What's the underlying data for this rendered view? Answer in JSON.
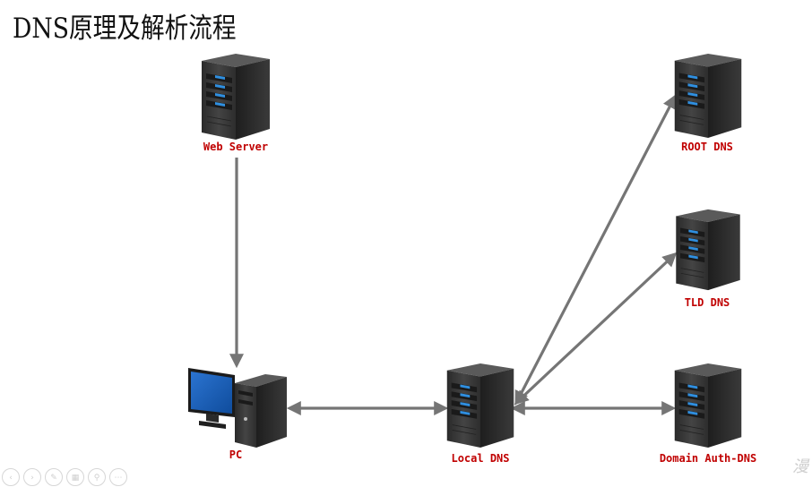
{
  "title": "DNS原理及解析流程",
  "nodes": {
    "web_server": {
      "label": "Web Server"
    },
    "pc": {
      "label": "PC"
    },
    "local_dns": {
      "label": "Local DNS"
    },
    "root_dns": {
      "label": "ROOT DNS"
    },
    "tld_dns": {
      "label": "TLD DNS"
    },
    "auth_dns": {
      "label": "Domain Auth-DNS"
    }
  },
  "colors": {
    "label": "#c00000",
    "arrow": "#757575",
    "server_body": "#3c3c3c",
    "server_led": "#2f8fe0",
    "monitor_screen": "#1a5fb4"
  },
  "icons": {
    "server": "server-tower-icon",
    "pc": "desktop-computer-icon"
  },
  "footer": {
    "watermark": "漫"
  }
}
